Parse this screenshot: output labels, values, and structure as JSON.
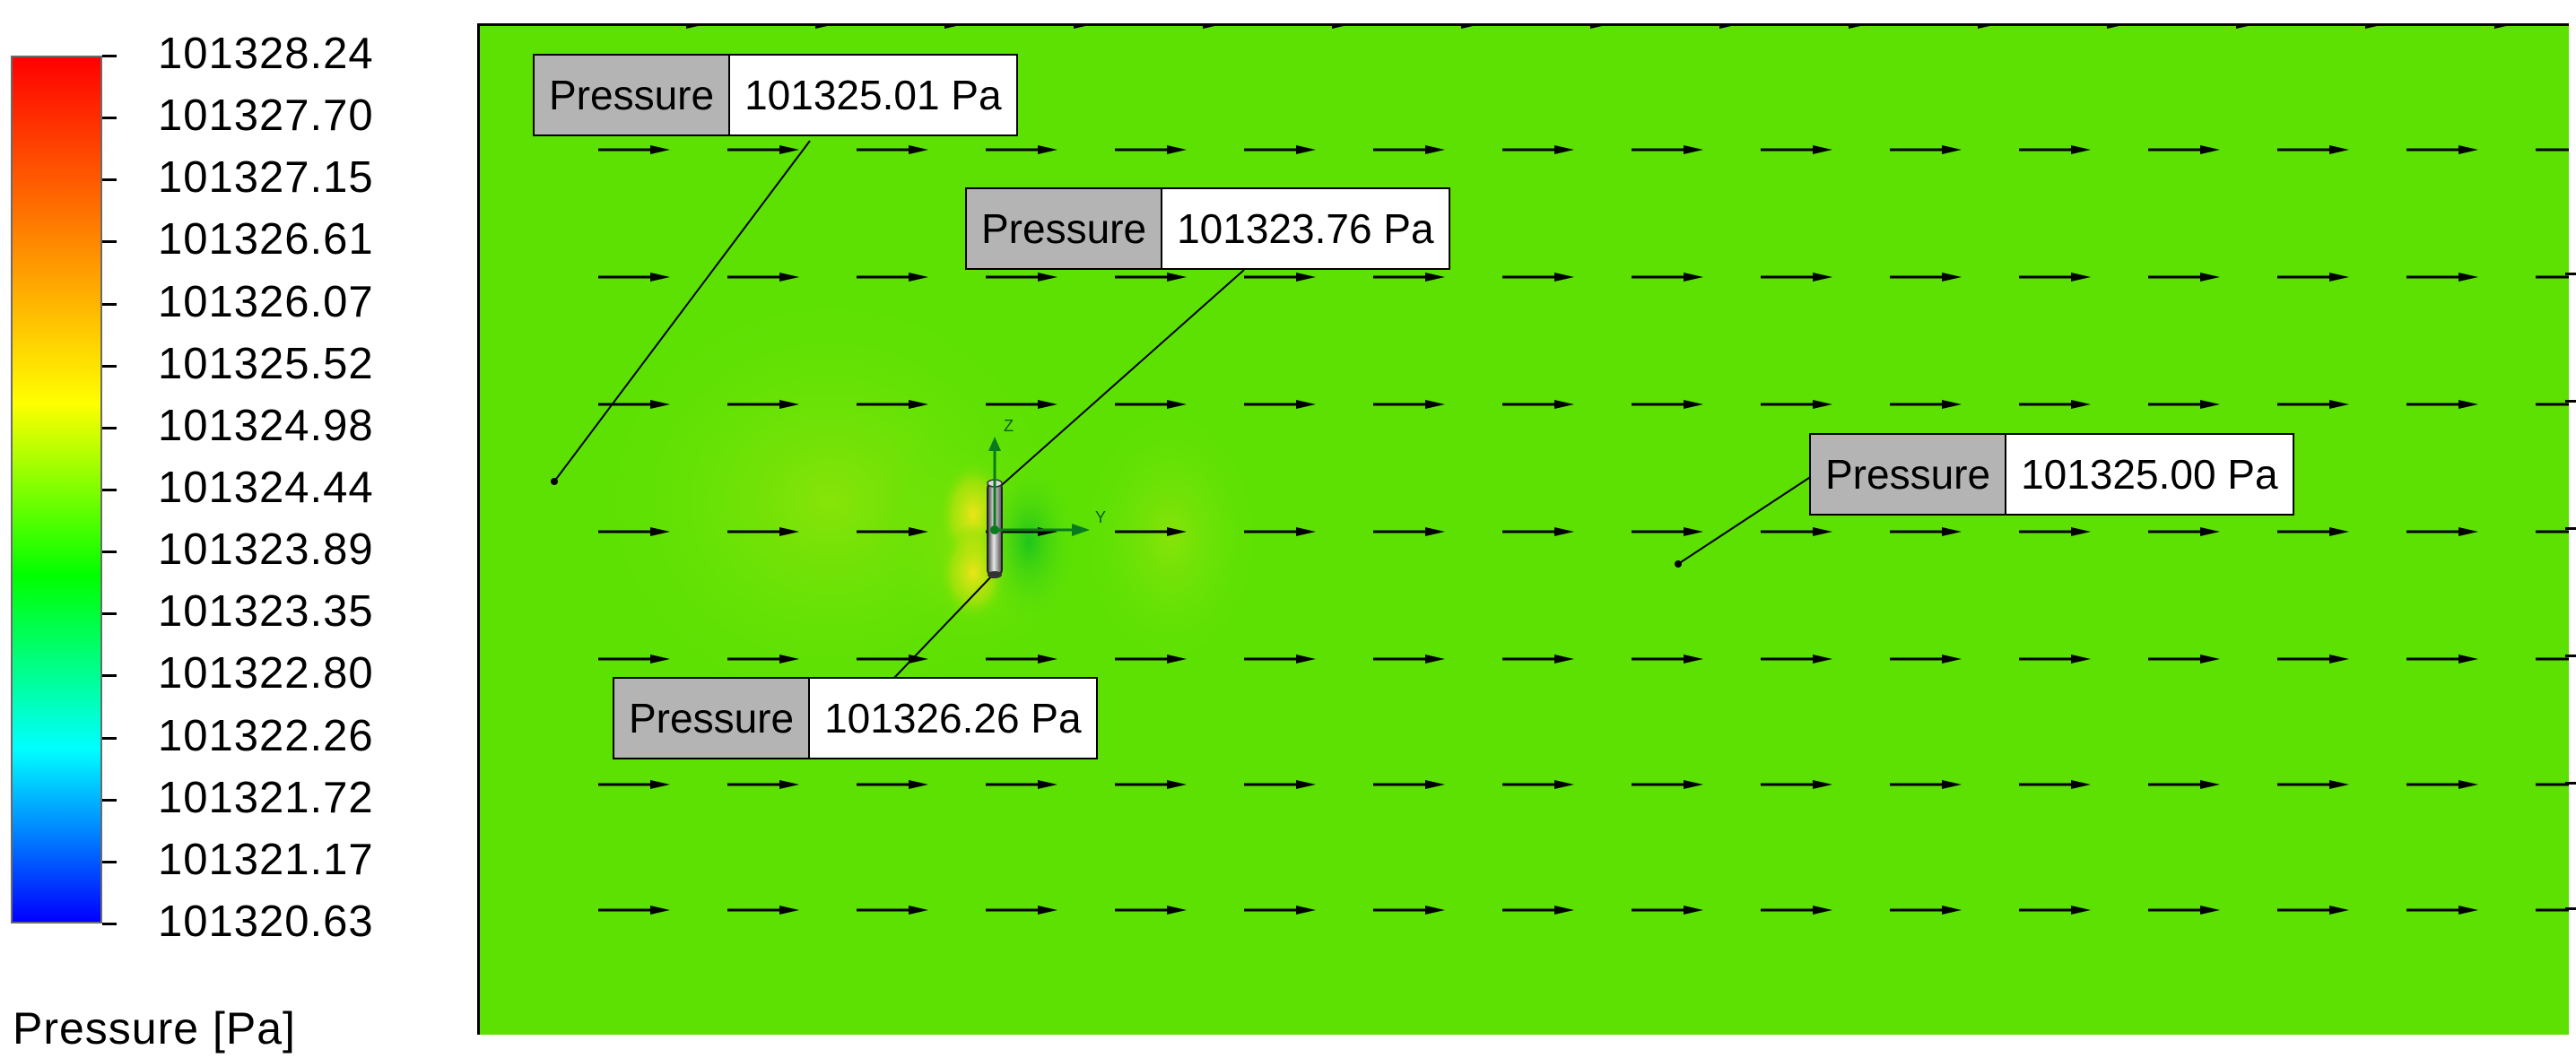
{
  "legend": {
    "title": "Pressure [Pa]",
    "ticks": [
      "101328.24",
      "101327.70",
      "101327.15",
      "101326.61",
      "101326.07",
      "101325.52",
      "101324.98",
      "101324.44",
      "101323.89",
      "101323.35",
      "101322.80",
      "101322.26",
      "101321.72",
      "101321.17",
      "101320.63"
    ],
    "gradient_colors": [
      "#ff0000",
      "#ff7f00",
      "#ffff00",
      "#00ff00",
      "#00ffff",
      "#0000ff"
    ]
  },
  "field": {
    "background_color": "#5ce103"
  },
  "axes": {
    "z_label": "Z",
    "y_label": "Y"
  },
  "probes": [
    {
      "label": "Pressure",
      "value": "101325.01 Pa"
    },
    {
      "label": "Pressure",
      "value": "101323.76 Pa"
    },
    {
      "label": "Pressure",
      "value": "101325.00 Pa"
    },
    {
      "label": "Pressure",
      "value": "101326.26 Pa"
    }
  ]
}
